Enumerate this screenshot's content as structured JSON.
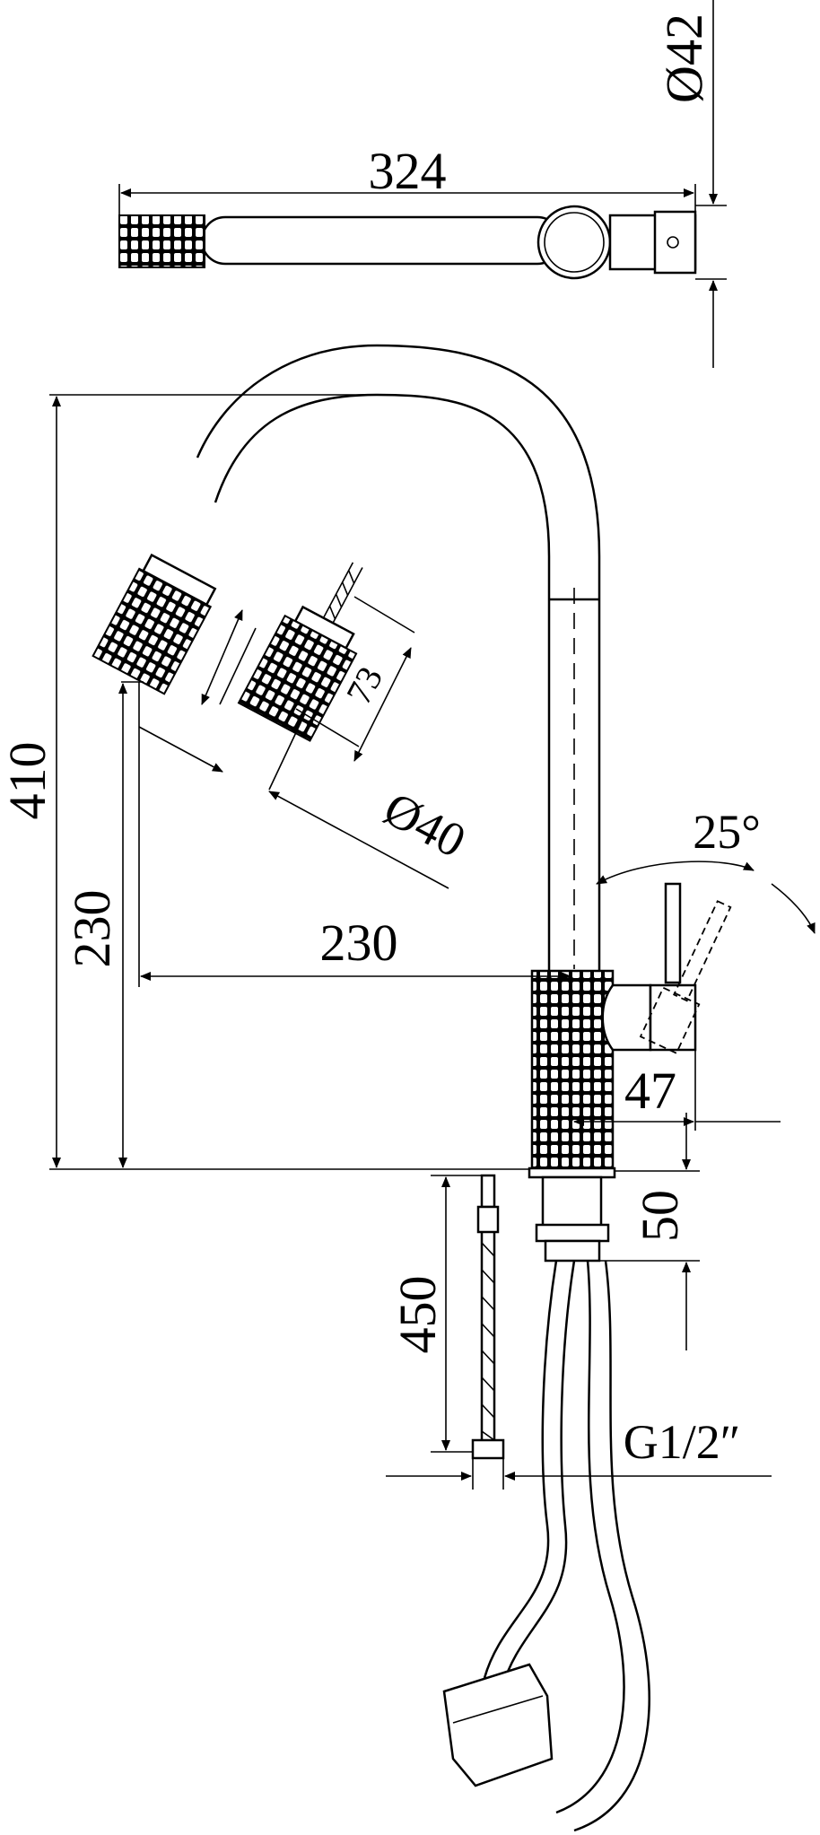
{
  "top_view": {
    "length_label": "324",
    "diameter_label": "Ø42"
  },
  "side_view": {
    "total_height_label": "410",
    "spout_height_label": "230",
    "spout_reach_label": "230",
    "handle_angle_label": "25°",
    "handle_offset_label": "47",
    "base_height_label": "50"
  },
  "spray_head": {
    "length_label": "73",
    "diameter_label": "Ø40"
  },
  "supply": {
    "hose_length_label": "450",
    "thread_label": "G1/2″"
  }
}
